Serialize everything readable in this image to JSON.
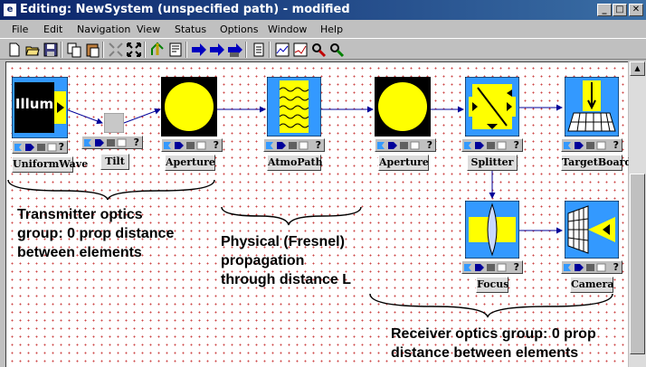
{
  "window": {
    "title": "Editing:  NewSystem  (unspecified path) - modified",
    "app_icon": "e",
    "minimize": "_",
    "maximize": "□",
    "close": "✕"
  },
  "menu": [
    "File",
    "Edit",
    "Navigation",
    "View",
    "Status",
    "Options",
    "Window",
    "Help"
  ],
  "toolbar": [
    "new-icon",
    "open-icon",
    "save-icon",
    "copy-icon",
    "paste-icon",
    "collapse-icon",
    "expand-icon",
    "run-icon",
    "build-icon",
    "arrow-right-icon",
    "arrow-right-icon",
    "probe-icon",
    "page-icon",
    "graph-icon",
    "graph-icon",
    "tool-icon",
    "tool-icon"
  ],
  "blocks": {
    "uniformwave": {
      "label": "UniformWave",
      "illum": "Illum"
    },
    "tilt": {
      "label": "Tilt"
    },
    "aperture1": {
      "label": "Aperture"
    },
    "atmopath": {
      "label": "AtmoPath"
    },
    "aperture2": {
      "label": "Aperture"
    },
    "splitter": {
      "label": "Splitter"
    },
    "targetboard": {
      "label": "TargetBoard"
    },
    "focus": {
      "label": "Focus"
    },
    "camera": {
      "label": "Camera"
    }
  },
  "port_help": "?",
  "notes": {
    "transmitter": [
      "Transmitter optics",
      "group:  0 prop distance",
      "between elements"
    ],
    "fresnel": [
      "Physical (Fresnel)",
      "propagation",
      "through distance L"
    ],
    "receiver": [
      "Receiver optics group: 0 prop",
      "distance between elements"
    ]
  },
  "colors": {
    "title_bar": "#0a246a",
    "block_blue": "#3399ff",
    "block_yellow": "#ffff00",
    "wire": "#000099"
  }
}
